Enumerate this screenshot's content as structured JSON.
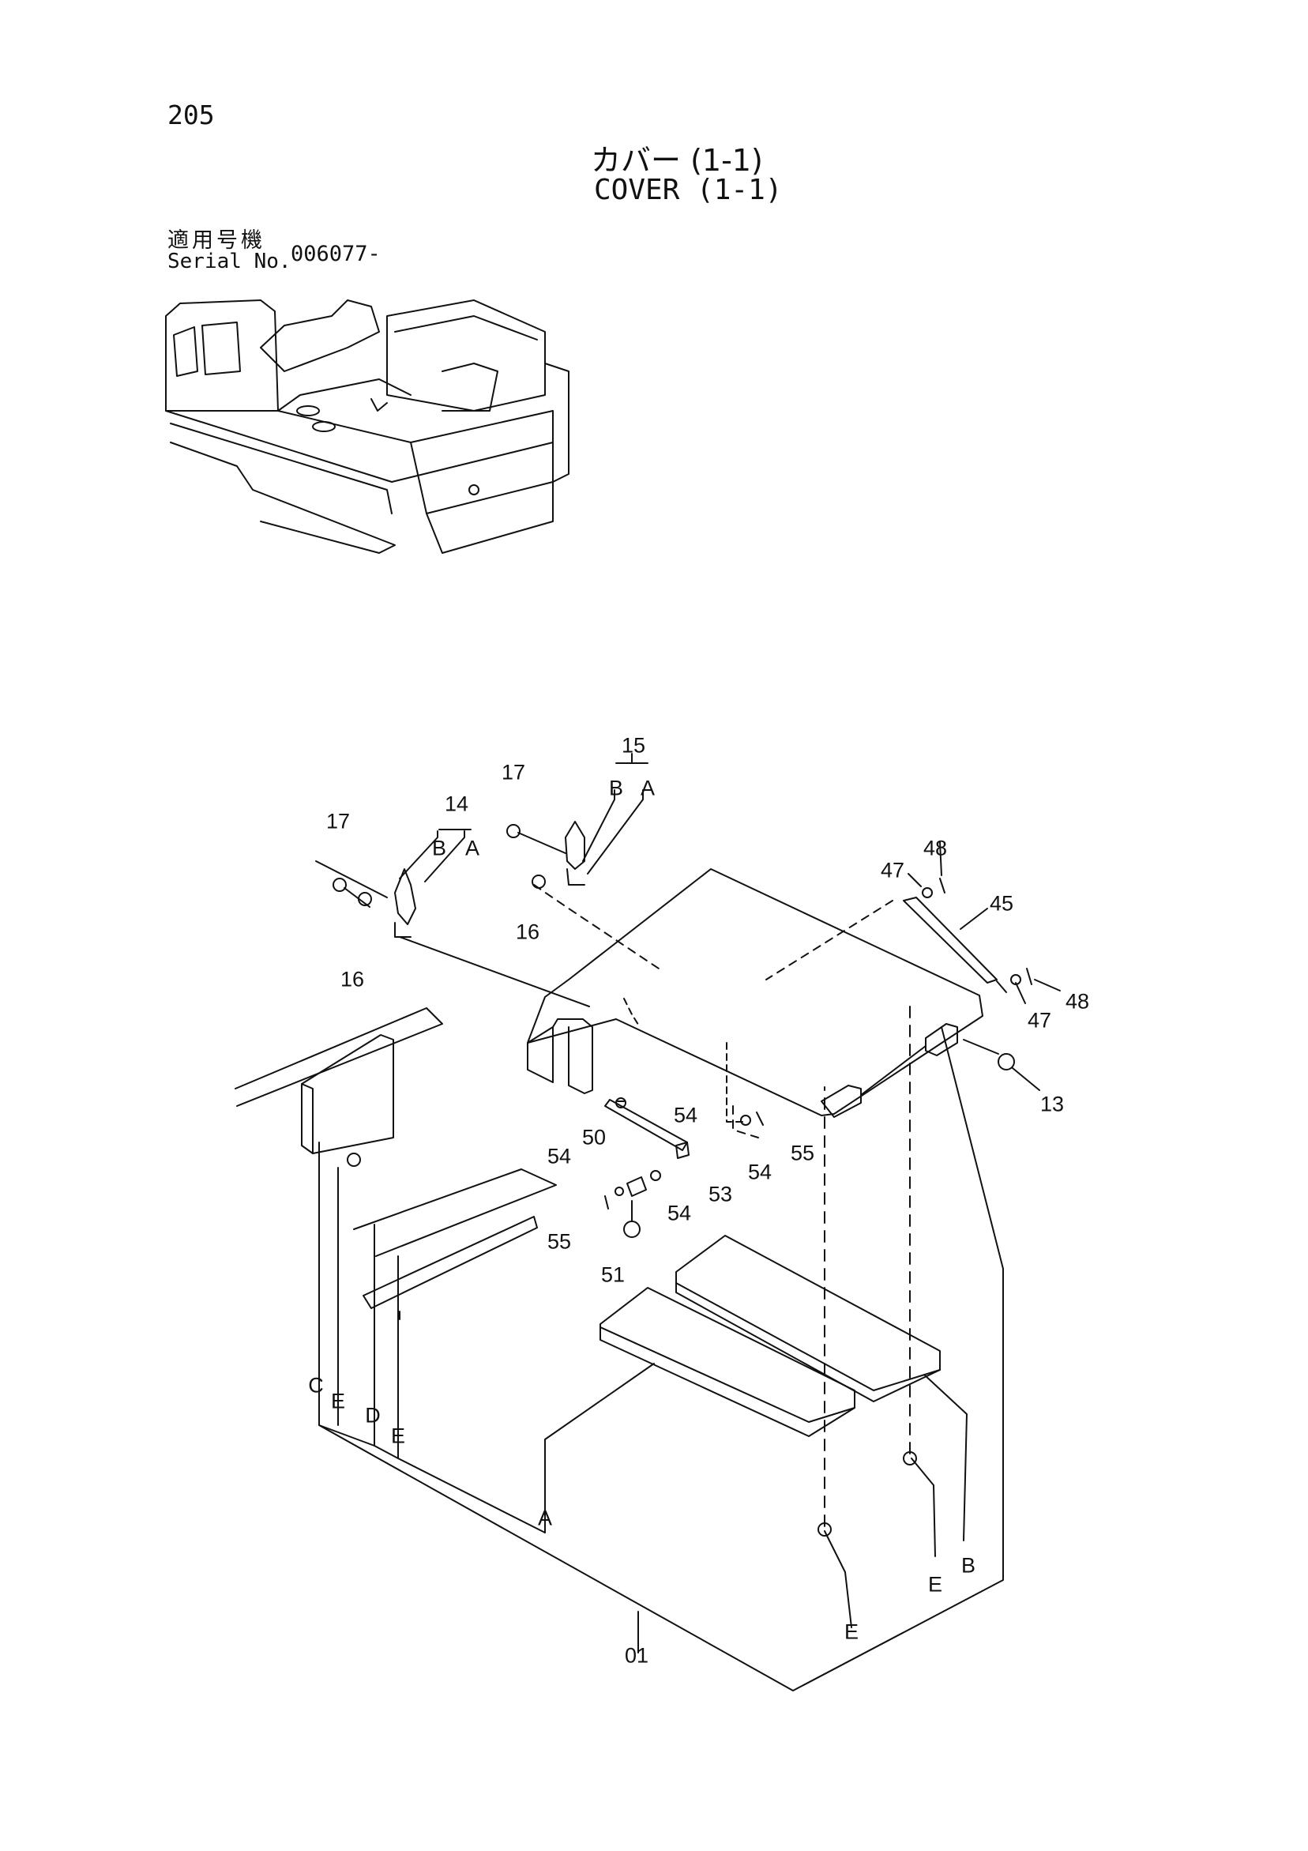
{
  "header": {
    "page_number": "205",
    "title_jp": "カバー (1-1)",
    "title_en": "COVER (1-1)",
    "serial_label_jp": "適用号機",
    "serial_label_en": "Serial No.",
    "serial_value": "006077-"
  },
  "callouts": {
    "c01": "01",
    "c13": "13",
    "c14": "14",
    "c14_b": "B",
    "c14_a": "A",
    "c15": "15",
    "c15_b": "B",
    "c15_a": "A",
    "c16_left": "16",
    "c16_right": "16",
    "c17_left": "17",
    "c17_right": "17",
    "c45": "45",
    "c47_top": "47",
    "c47_right": "47",
    "c48_top": "48",
    "c48_right": "48",
    "c50": "50",
    "c51": "51",
    "c53": "53",
    "c54_a": "54",
    "c54_b": "54",
    "c54_c": "54",
    "c54_d": "54",
    "c55_a": "55",
    "c55_b": "55"
  },
  "reference_letters": {
    "ref_c": "C",
    "ref_e_1": "E",
    "ref_d": "D",
    "ref_e_2": "E",
    "ref_a": "A",
    "ref_e_3": "E",
    "ref_e_4": "E",
    "ref_b": "B"
  }
}
